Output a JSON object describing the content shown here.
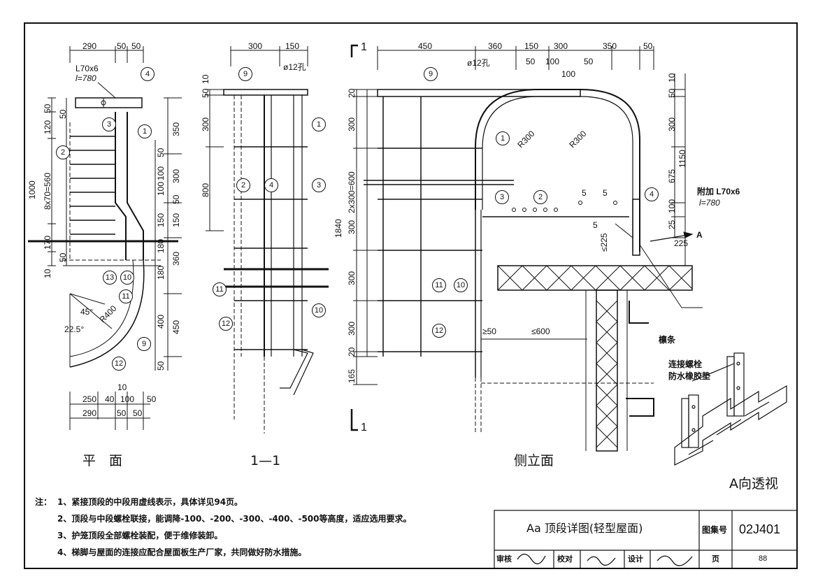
{
  "views": {
    "plan": {
      "caption": "平　面",
      "top_dims": [
        "290",
        "50",
        "50"
      ],
      "bottom_dims_row1": [
        "250",
        "40",
        "100",
        "50"
      ],
      "bottom_dims_row2": [
        "290",
        "50",
        "50"
      ],
      "bottom_small": "10",
      "left_dims": [
        "50",
        "50",
        "120",
        "1000",
        "8x70=560",
        "170",
        "50",
        "10"
      ],
      "right_dims": [
        "350",
        "50",
        "300",
        "100",
        "100",
        "50",
        "150",
        "150",
        "180",
        "360",
        "180",
        "400",
        "450",
        "50"
      ],
      "angle_labels": [
        "45°",
        "22.5°"
      ],
      "radius_label": "R400",
      "angle_member_label": "L70x6",
      "angle_length_label": "l=780",
      "callouts": [
        "4",
        "3",
        "1",
        "2",
        "13",
        "10",
        "11",
        "9",
        "12"
      ]
    },
    "section": {
      "caption": "1—1",
      "top_dims": [
        "300",
        "150"
      ],
      "hole_label": "ø12孔",
      "left_dims": [
        "50",
        "10",
        "300",
        "800"
      ],
      "callouts": [
        "9",
        "1",
        "2",
        "4",
        "3",
        "11",
        "12",
        "10"
      ]
    },
    "side": {
      "caption": "侧立面",
      "section_mark": "1",
      "top_dims": [
        "450",
        "360",
        "150",
        "300",
        "350",
        "50"
      ],
      "top_dims_row2": [
        "50",
        "100",
        "50"
      ],
      "top_dims_row3": [
        "100"
      ],
      "hole_label": "ø12孔",
      "radius_labels": [
        "R300",
        "R300"
      ],
      "left_dims": [
        "20",
        "300",
        "2x300=600",
        "1840",
        "300",
        "300",
        "300",
        "20",
        "165"
      ],
      "right_dims": [
        "10",
        "50",
        "300",
        "1150",
        "675",
        "100",
        "25",
        "225"
      ],
      "extra_dims": [
        "≤225",
        "≥50",
        "≤600"
      ],
      "weld_labels": [
        "5",
        "5",
        "5"
      ],
      "angle_note_line1": "附加 L70x6",
      "angle_note_line2": "l=780",
      "view_mark": "A",
      "purlin_label": "檩条",
      "callouts": [
        "9",
        "1",
        "3",
        "2",
        "4",
        "11",
        "10",
        "12"
      ]
    },
    "detail": {
      "caption": "A向透视",
      "label_bolt": "连接螺栓",
      "label_pad": "防水橡胶垫"
    }
  },
  "notes": {
    "prefix": "注：",
    "items": [
      "1、紧接顶段的中段用虚线表示，具体详见94页。",
      "2、顶段与中段螺栓联接，能调降-100、-200、-300、-400、-500等高度，适应选用要求。",
      "3、护笼顶段全部螺栓装配，便于维修装卸。",
      "4、梯脚与屋面的连接应配合屋面板生产厂家，共同做好防水措施。"
    ]
  },
  "title_block": {
    "title": "Aa 顶段详图(轻型屋面)",
    "atlas_label": "图集号",
    "atlas_no": "02J401",
    "review_label": "审核",
    "check_label": "校对",
    "design_label": "设计",
    "page_label": "页",
    "page_no": "88"
  }
}
